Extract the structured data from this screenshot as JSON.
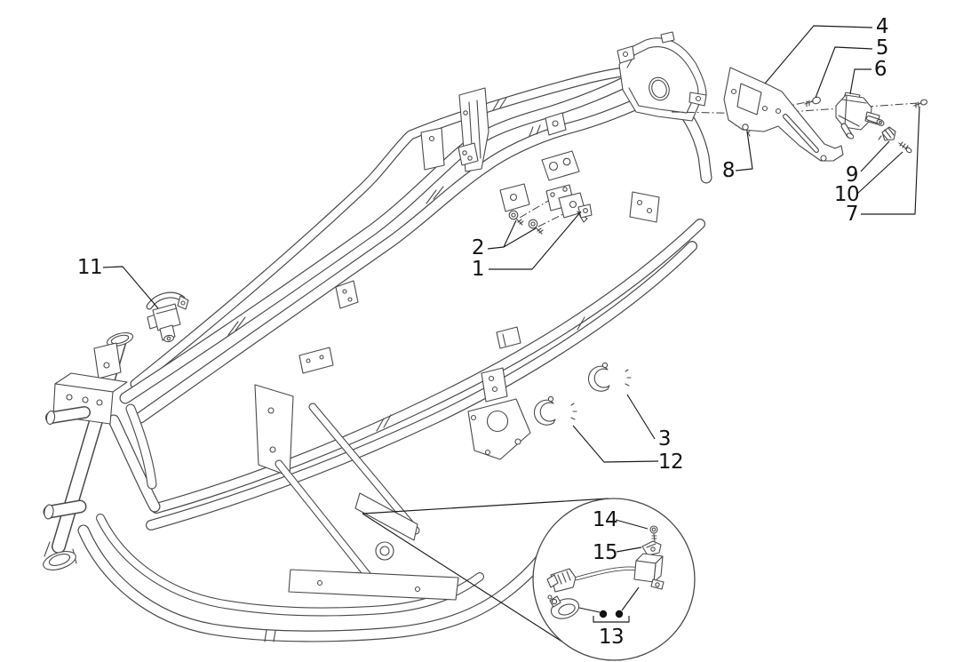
{
  "diagram": {
    "background": "#ffffff",
    "frame_line_color": "#4a4a4a",
    "leader_line_color": "#1c1c1c",
    "label_color": "#111111"
  },
  "callouts": {
    "n1": "1",
    "n2": "2",
    "n3": "3",
    "n4": "4",
    "n5": "5",
    "n6": "6",
    "n7": "7",
    "n8": "8",
    "n9": "9",
    "n10": "10",
    "n11": "11",
    "n12": "12",
    "n13": "13",
    "n14": "14",
    "n15": "15"
  }
}
